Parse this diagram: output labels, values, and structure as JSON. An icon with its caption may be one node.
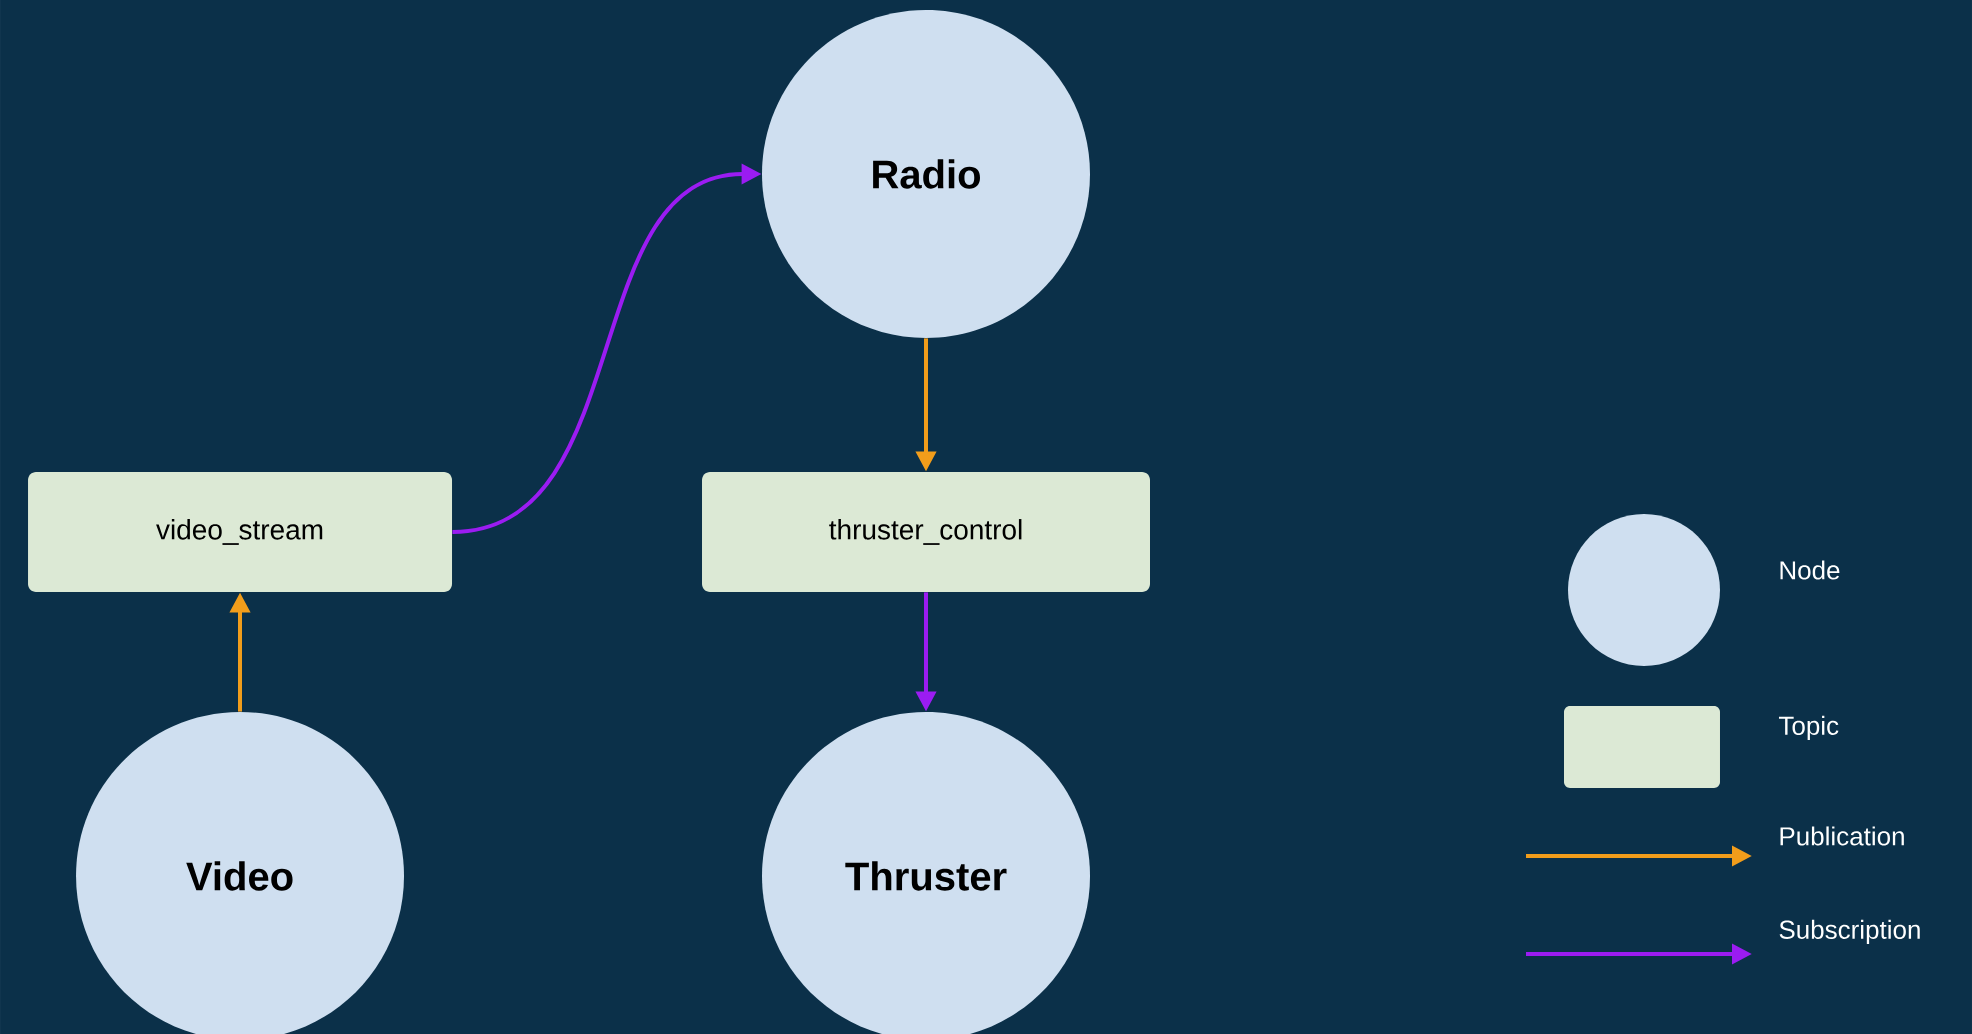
{
  "diagram": {
    "nodes": [
      {
        "text": [
          "Radio"
        ]
      },
      {
        "text": [
          "video_stream"
        ]
      },
      {
        "text": [
          "thruster_control"
        ]
      },
      {
        "text": [
          "Video"
        ]
      },
      {
        "text": [
          "Thruster"
        ]
      }
    ],
    "edges": [
      {
        "from": 3,
        "to": 1,
        "arrow": "to",
        "color": "#f29d1b"
      },
      {
        "from": 1,
        "to": 0,
        "arrow": "to",
        "color": "#9b1cf2"
      },
      {
        "from": 0,
        "to": 2,
        "arrow": "to",
        "color": "#f29d1b"
      },
      {
        "from": 2,
        "to": 4,
        "arrow": "to",
        "color": "#9b1cf2"
      }
    ],
    "legend": [
      {
        "text": "Node",
        "color": "#cfdff0"
      },
      {
        "text": "Topic",
        "color": "#dce9d5"
      },
      {
        "text": "Publication"
      },
      {
        "text": "Subscription"
      }
    ]
  }
}
